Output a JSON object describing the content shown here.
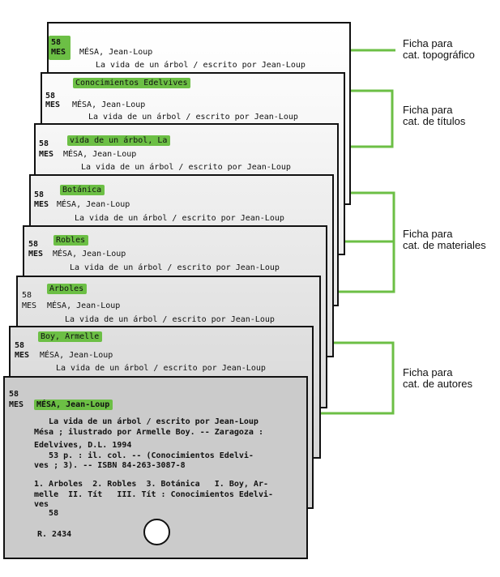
{
  "accent_color": "#6cbf45",
  "cards": [
    {
      "heading": "",
      "call_number_line1": "58",
      "call_number_line2": "MES",
      "main_entry": "MÉSA, Jean-Loup",
      "title_line": "La vida de un árbol / escrito por Jean-Loup",
      "highlight": "call_number"
    },
    {
      "heading": "Conocimientos Edelvives",
      "call_number_line1": "58",
      "call_number_line2": "MES",
      "main_entry": "MÉSA, Jean-Loup",
      "title_line": "La vida de un árbol / escrito por Jean-Loup"
    },
    {
      "heading": "vida de un árbol, La",
      "call_number_line1": "58",
      "call_number_line2": "MES",
      "main_entry": "MÉSA, Jean-Loup",
      "title_line": "La vida de un árbol / escrito por Jean-Loup"
    },
    {
      "heading": "Botánica",
      "call_number_line1": "58",
      "call_number_line2": "MES",
      "main_entry": "MÉSA, Jean-Loup",
      "title_line": "La vida de un árbol / escrito por Jean-Loup"
    },
    {
      "heading": "Robles",
      "call_number_line1": "58",
      "call_number_line2": "MES",
      "main_entry": "MÉSA, Jean-Loup",
      "title_line": "La vida de un árbol / escrito por Jean-Loup"
    },
    {
      "heading": "Arboles",
      "call_number_line1": "58",
      "call_number_line2": "MES",
      "main_entry": "MÉSA, Jean-Loup",
      "title_line": "La vida de un árbol / escrito por Jean-Loup"
    },
    {
      "heading": "Boy, Armelle",
      "call_number_line1": "58",
      "call_number_line2": "MES",
      "main_entry": "MÉSA, Jean-Loup",
      "title_line": "La vida de un árbol / escrito por Jean-Loup"
    }
  ],
  "main_card": {
    "call_number_line1": "58",
    "call_number_line2": "MES",
    "main_entry": "MÉSA, Jean-Loup",
    "body_lines": [
      "   La vida de un árbol / escrito por Jean-Loup",
      "Mésa ; ilustrado por Armelle Boy. -- Zaragoza :",
      "Edelvives, D.L. 1994",
      "   53 p. : il. col. -- (Conocimientos Edelvi-",
      "ves ; 3). -- ISBN 84-263-3087-8"
    ],
    "tracing_lines": [
      "1. Arboles  2. Robles  3. Botánica   I. Boy, Ar-",
      "melle  II. Tít   III. Tít : Conocimientos Edelvi-",
      "ves",
      "   58"
    ],
    "registry": "R. 2434"
  },
  "labels": [
    {
      "line1": "Ficha para",
      "line2": "cat. topográfico"
    },
    {
      "line1": "Ficha para",
      "line2": "cat. de títulos"
    },
    {
      "line1": "Ficha para",
      "line2": "cat. de materiales"
    },
    {
      "line1": "Ficha para",
      "line2": "cat. de autores"
    }
  ]
}
